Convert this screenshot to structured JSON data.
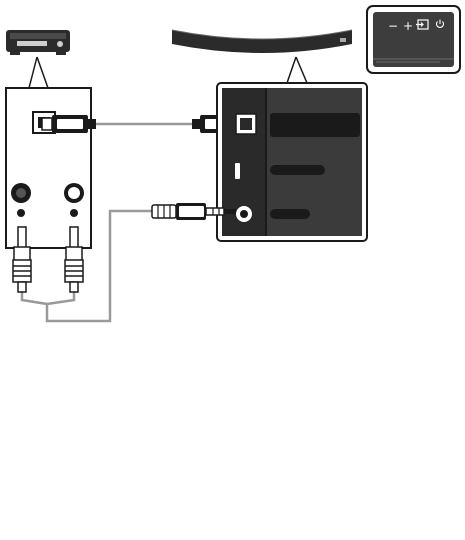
{
  "control_panel": {
    "buttons": [
      {
        "name": "volume-down",
        "glyph": "−"
      },
      {
        "name": "volume-up",
        "glyph": "+"
      },
      {
        "name": "source",
        "glyph": "⊟"
      },
      {
        "name": "power",
        "glyph": "⏻"
      }
    ]
  },
  "colors": {
    "device_dark": "#2b2b2b",
    "device_mid": "#555555",
    "cable_gray": "#9a9a9a",
    "outline": "#1a1a1a",
    "port_fill": "#ffffff"
  }
}
